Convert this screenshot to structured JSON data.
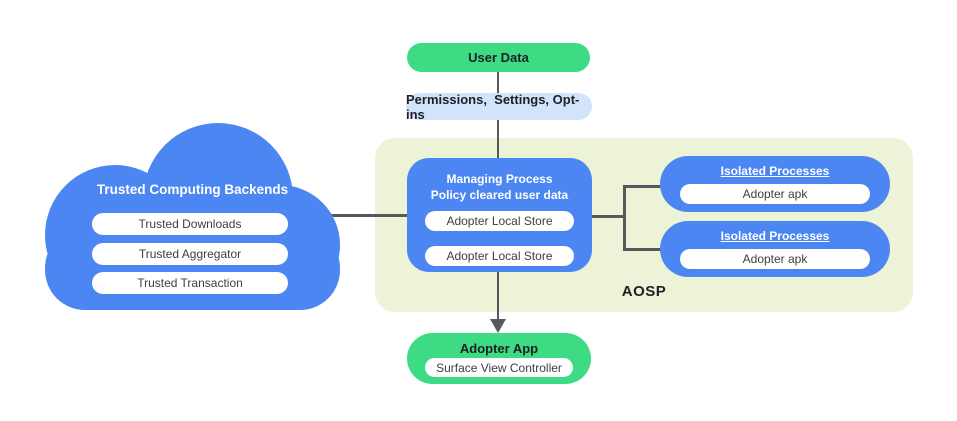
{
  "colors": {
    "node_blue": "#4c86f2",
    "node_green": "#3ddc84",
    "permissions_lightblue": "#d2e3fc",
    "aosp_panel_bg": "#edf3d7",
    "connector_gray": "#56585b",
    "text_dark": "#202124",
    "pill_text": "#3c4043"
  },
  "top_flow": {
    "user_data": "User Data",
    "permissions": "Permissions,  Settings, Opt-ins"
  },
  "cloud": {
    "title": "Trusted Computing Backends",
    "items": [
      "Trusted Downloads",
      "Trusted Aggregator",
      "Trusted Transaction"
    ]
  },
  "aosp_panel": {
    "label": "AOSP",
    "managing_process": {
      "title_line1": "Managing Process",
      "title_line2": "Policy cleared user data",
      "stores": [
        "Adopter Local Store",
        "Adopter Local Store"
      ]
    },
    "isolated_processes": [
      {
        "title": "Isolated Processes",
        "item": "Adopter apk"
      },
      {
        "title": "Isolated Processes",
        "item": "Adopter apk"
      }
    ]
  },
  "adopter_app": {
    "title": "Adopter App",
    "item": "Surface View Controller"
  }
}
